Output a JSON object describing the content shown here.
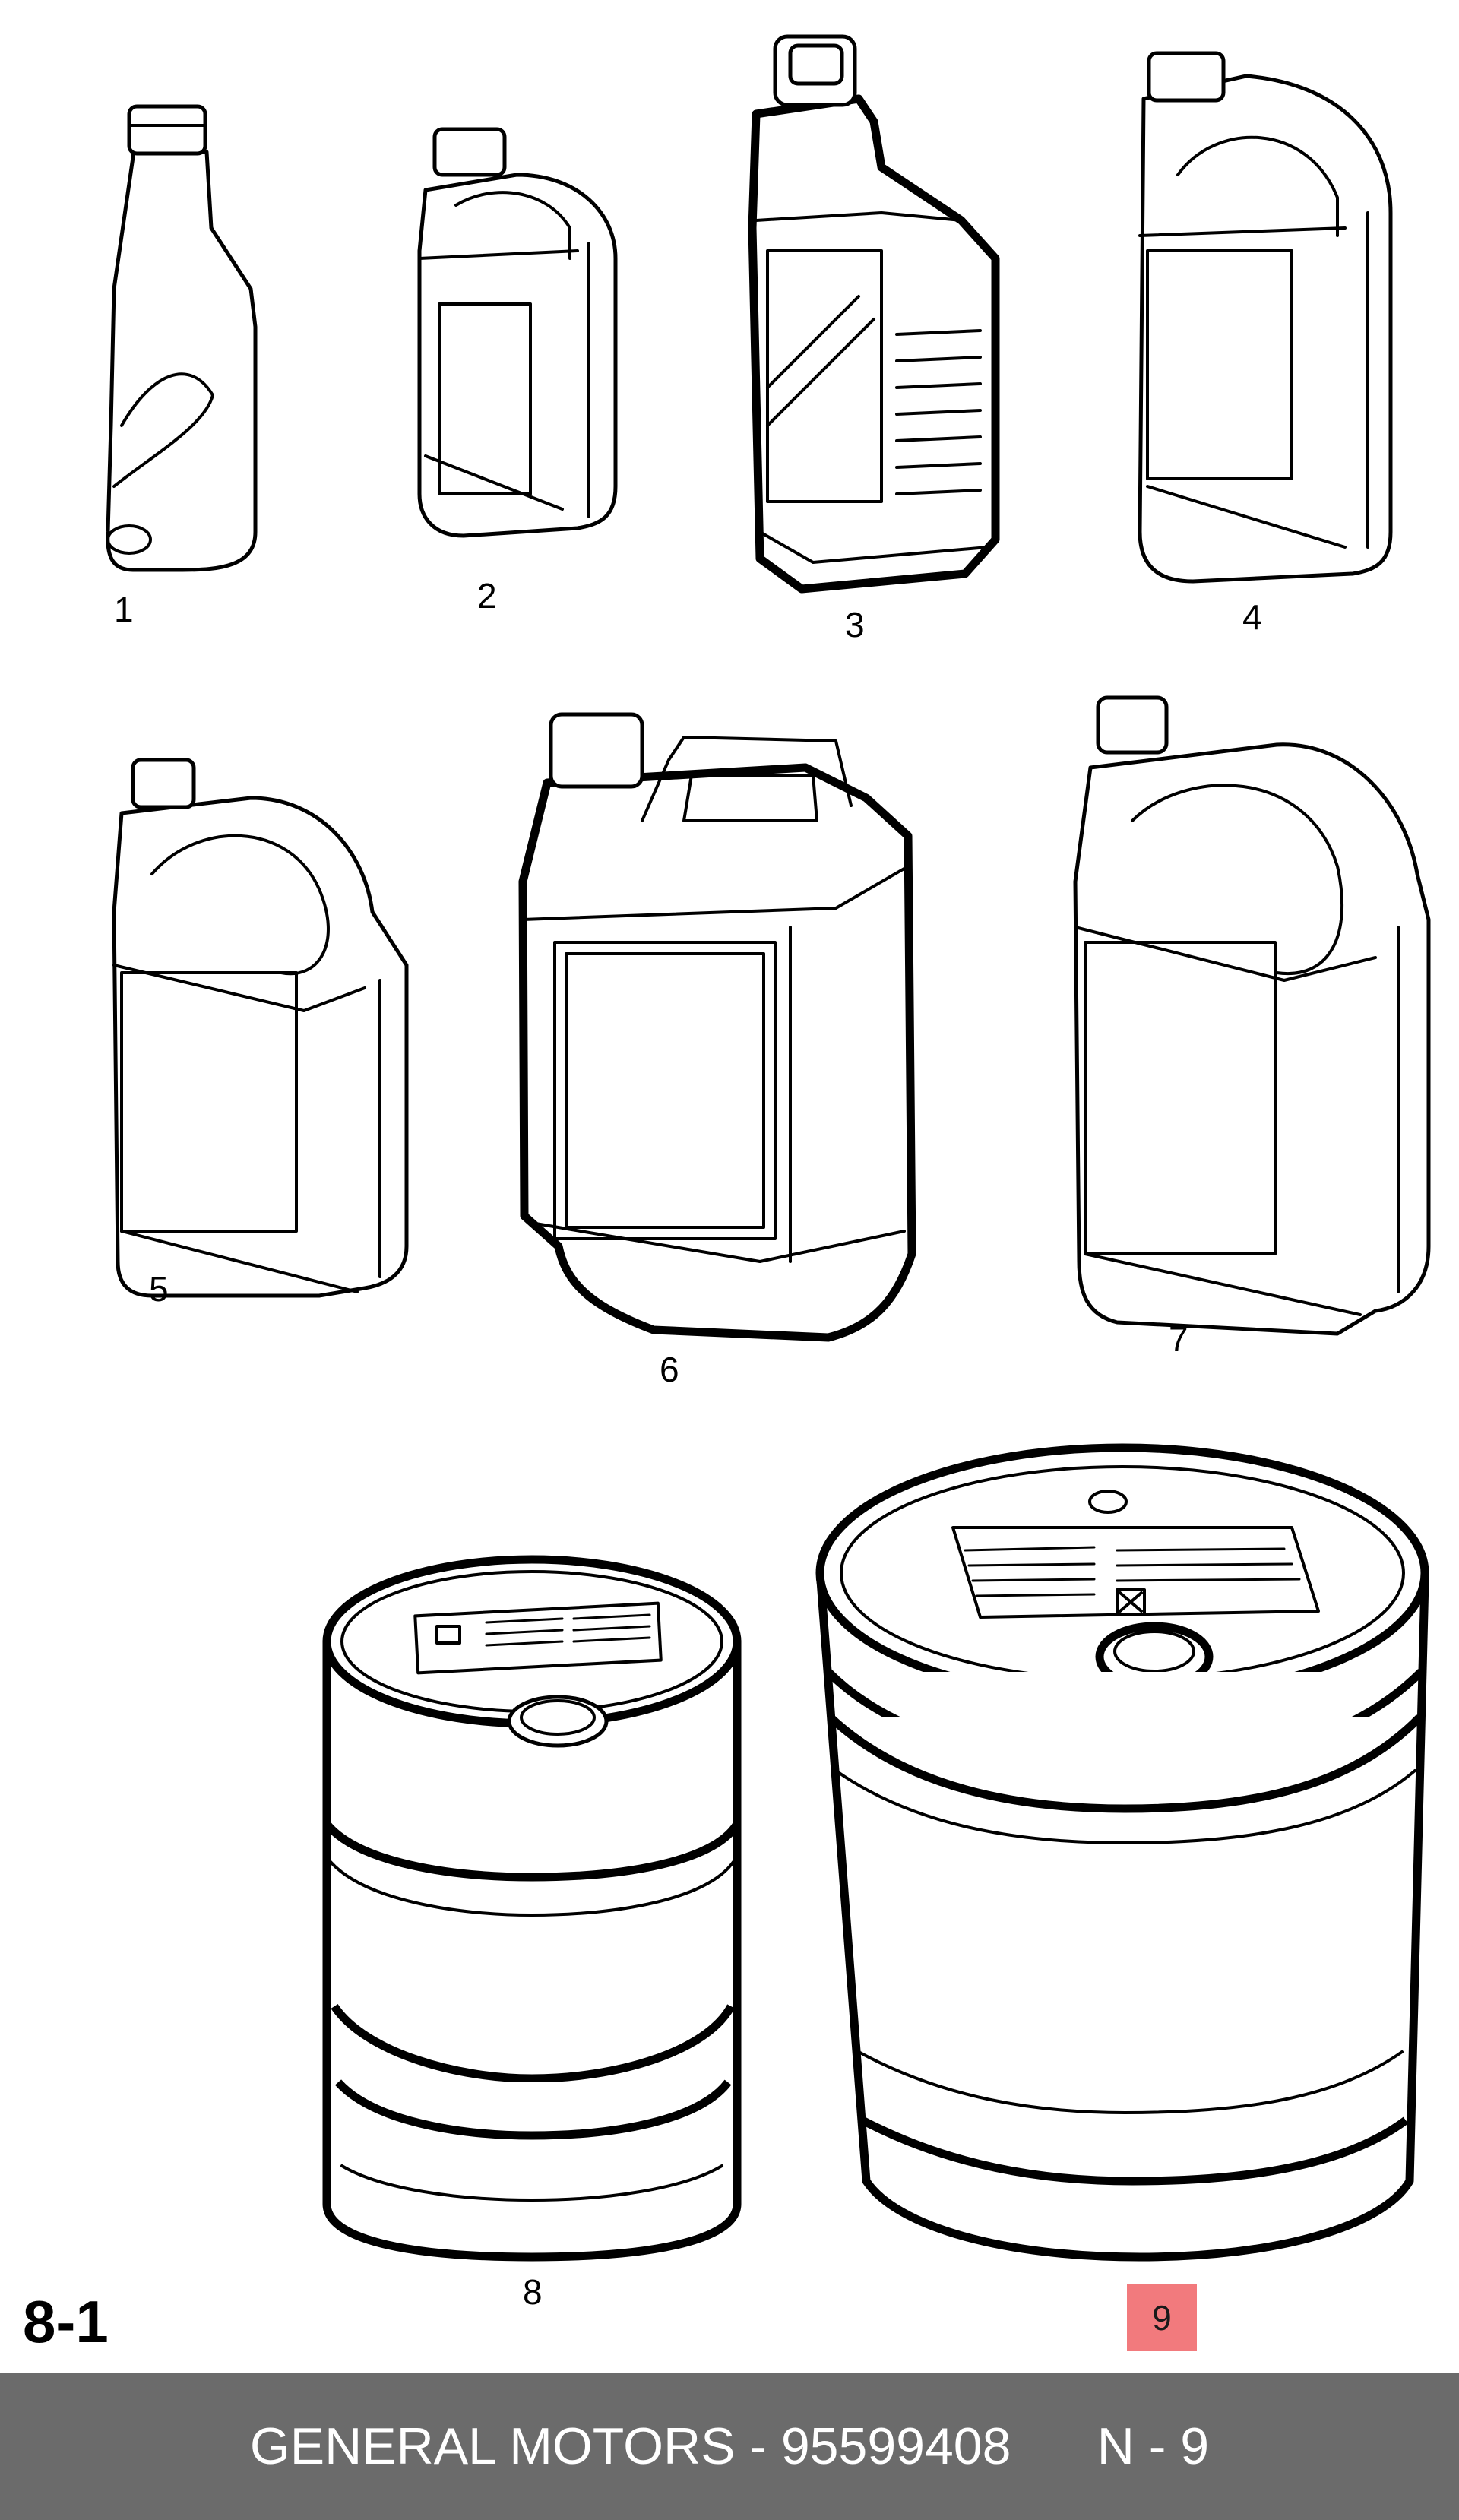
{
  "diagram": {
    "items": [
      {
        "number": "1",
        "kind": "bottle"
      },
      {
        "number": "2",
        "kind": "canister"
      },
      {
        "number": "3",
        "kind": "ribbed-canister"
      },
      {
        "number": "4",
        "kind": "canister"
      },
      {
        "number": "5",
        "kind": "jug"
      },
      {
        "number": "6",
        "kind": "jerrycan"
      },
      {
        "number": "7",
        "kind": "jug"
      },
      {
        "number": "8",
        "kind": "drum"
      },
      {
        "number": "9",
        "kind": "pail"
      }
    ],
    "highlighted_item": "9",
    "page_ref": "8-1",
    "highlight_color": "#f27a7d"
  },
  "footer": {
    "text": "GENERAL MOTORS - 95599408      N - 9",
    "background": "#6b6b6b",
    "text_color": "#ffffff"
  }
}
